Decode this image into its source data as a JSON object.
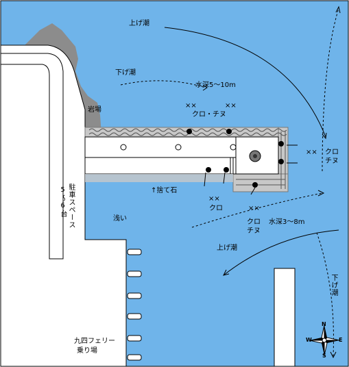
{
  "labels": {
    "up_tide_top": "上げ潮",
    "down_tide_left": "下げ潮",
    "depth_north": "水深5～10m",
    "iwaba": "岩場",
    "xx_top_left": "××",
    "xx_top_right": "××",
    "kuro_chinu_top": "クロ・チヌ",
    "xx_right": "××",
    "kuro_right": "クロ",
    "chinu_right": "チヌ",
    "sute_ishi": "↑捨て石",
    "xx_bottom_left": "××",
    "kuro_bottom": "クロ",
    "xx_bottom_right": "××",
    "kuro_b": "クロ",
    "chinu_b": "チヌ",
    "depth_south": "水深3～8m",
    "asai": "浅い",
    "parking": "駐車スペース",
    "parking_count": "5～6台",
    "up_tide_bottom": "上げ潮",
    "down_tide_right": "下げ潮",
    "ferry_line1": "九四フェリー",
    "ferry_line2": "乗り場"
  },
  "compass": {
    "n": "N",
    "s": "S",
    "e": "E",
    "w": "W"
  },
  "colors": {
    "sea": "#6FB4EA",
    "rock": "#8C8C8C",
    "pier": "#FFFFFF",
    "riprap": "#C8C8C8"
  }
}
